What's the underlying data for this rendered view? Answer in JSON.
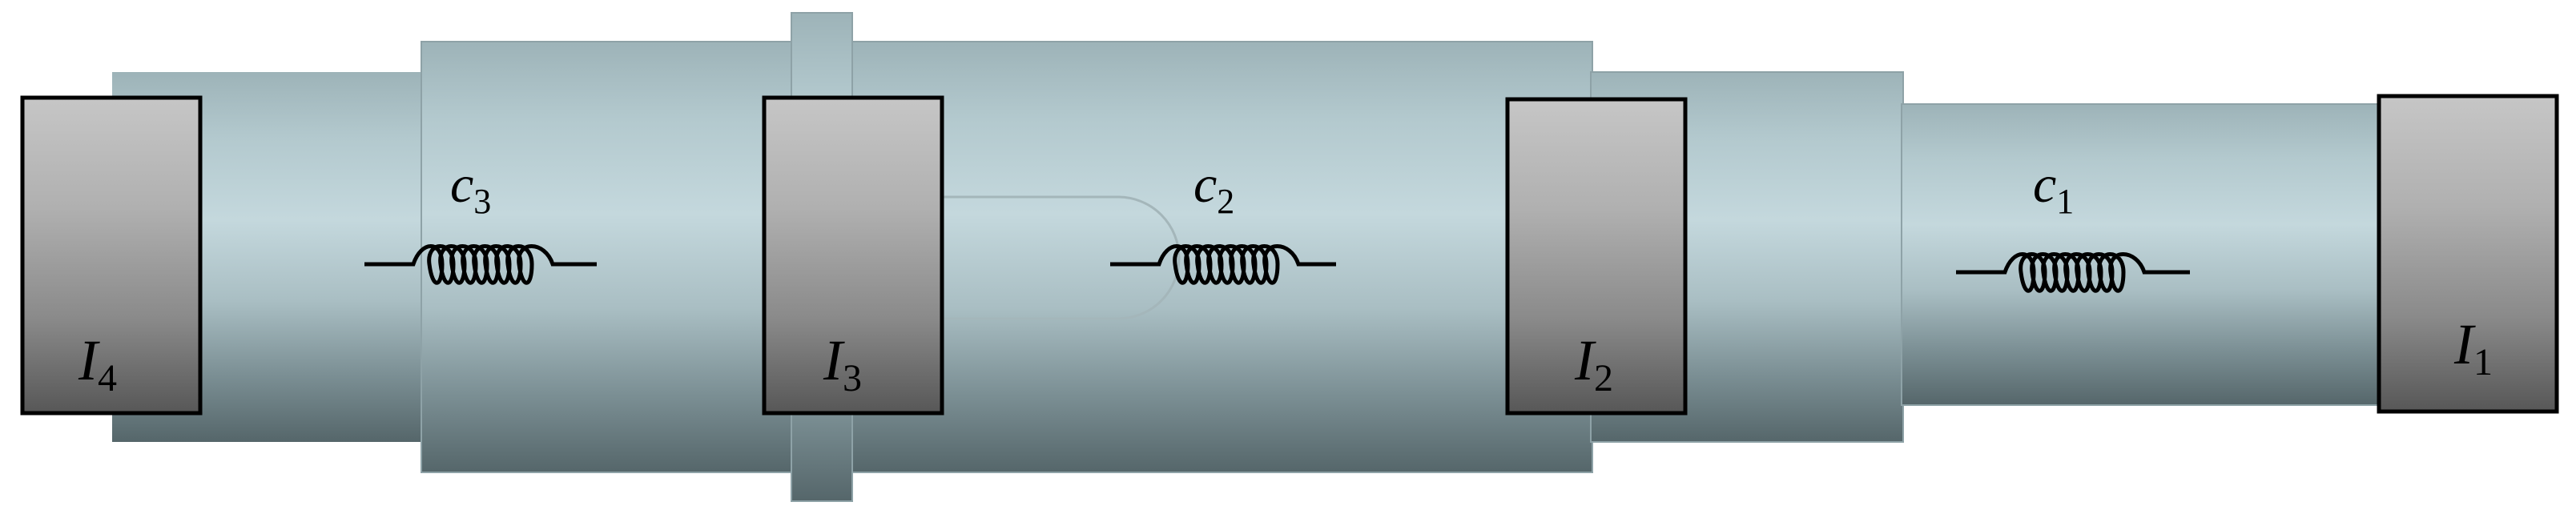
{
  "colors": {
    "shaft_light": "#c2d5da",
    "shaft_mid": "#91a8ad",
    "shaft_dark": "#56666a",
    "disk_light": "#c4c4c4",
    "disk_dark": "#5a5a5a",
    "outline": "#000000",
    "background": "#ffffff"
  },
  "springs": [
    {
      "symbol": "c",
      "subscript": "3"
    },
    {
      "symbol": "c",
      "subscript": "2"
    },
    {
      "symbol": "c",
      "subscript": "1"
    }
  ],
  "inertias": [
    {
      "symbol": "I",
      "subscript": "4"
    },
    {
      "symbol": "I",
      "subscript": "3"
    },
    {
      "symbol": "I",
      "subscript": "2"
    },
    {
      "symbol": "I",
      "subscript": "1"
    }
  ]
}
